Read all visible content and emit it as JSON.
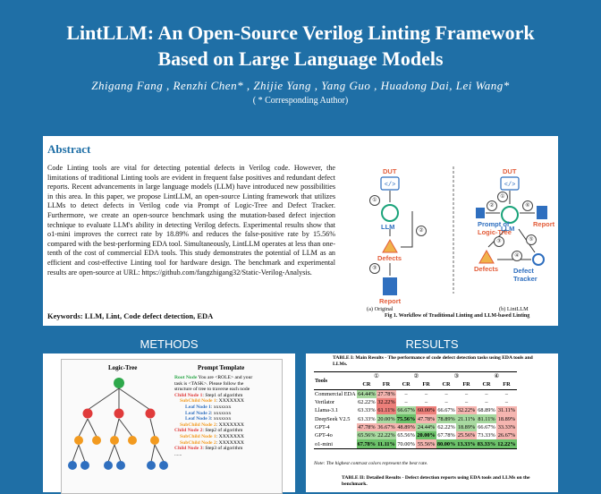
{
  "header": {
    "title_line1": "LintLLM: An Open-Source Verilog Linting Framework",
    "title_line2": "Based on Large Language Models",
    "authors": "Zhigang Fang , Renzhi Chen* , Zhijie Yang , Yang Guo , Huadong Dai, Lei Wang*",
    "corresponding": "( * Corresponding Author)"
  },
  "abstract": {
    "heading": "Abstract",
    "text": "Code Linting tools are vital for detecting potential defects in Verilog code. However, the limitations of traditional Linting tools are evident in frequent false positives and redundant defect reports. Recent advancements in large language models (LLM) have introduced new possibilities in this area. In this paper, we propose LintLLM, an open-source Linting framework that utilizes LLMs to detect defects in Verilog code via Prompt of Logic-Tree and Defect Tracker. Furthermore, we create an open-source benchmark using the mutation-based defect injection technique to evaluate LLM's ability in detecting Verilog defects. Experimental results show that o1-mini improves the correct rate by 18.89% and reduces the false-positive rate by 15.56% compared with the best-performing EDA tool. Simultaneously, LintLLM operates at less than one-tenth of the cost of commercial EDA tools. This study demonstrates the potential of LLM as an efficient and cost-effective Linting tool for hardware design. The benchmark and experimental results are open-source at URL: https://github.com/fangzhigang32/Static-Verilog-Analysis.",
    "keywords": "Keywords: LLM, Lint, Code defect detection, EDA"
  },
  "figure1": {
    "dut_a": "DUT",
    "llm_a": "LLM",
    "defects_a": "Defects",
    "report_a": "Report",
    "sub_a": "(a)  Original",
    "dut_b": "DUT",
    "prompt_b": "Prompt of",
    "prompt_b2": "Logic-Tree",
    "llm_b": "LLM",
    "report_b": "Report",
    "defects_b": "Defects",
    "tracker_b": "Defect Tracker",
    "sub_b": "(b)  LintLLM",
    "caption": "Fig 1.  Workflow of Traditional Linting and LLM-based Linting",
    "steps": [
      "①",
      "②",
      "③",
      "①",
      "②",
      "③",
      "④",
      "⑤",
      "⑥"
    ]
  },
  "methods": {
    "heading": "METHODS",
    "logic_tree": "Logic-Tree",
    "prompt_template": "Prompt Template",
    "lines": [
      {
        "bold": "Root Node",
        "text": " You are <ROLE> and your"
      },
      {
        "bold": "",
        "text": "task is <TASK>. Please follow the"
      },
      {
        "bold": "",
        "text": "structure of tree to traverse each node"
      },
      {
        "bold": "Child Node 1",
        "text": ": Step1 of algorithm"
      },
      {
        "bold": "SubChild Node 1",
        "text": ": XXXXXXX"
      },
      {
        "bold": "Leaf Node 1",
        "text": ": xxxxxxx"
      },
      {
        "bold": "Leaf Node 2",
        "text": ": xxxxxxx"
      },
      {
        "bold": "Leaf Node 3",
        "text": ": xxxxxxx"
      },
      {
        "bold": "SubChild Node 2",
        "text": ": XXXXXXX"
      },
      {
        "bold": "Child Node 2",
        "text": ": Step2 of algorithm"
      },
      {
        "bold": "SubChild Node 1",
        "text": ": XXXXXXX"
      },
      {
        "bold": "SubChild Node 2",
        "text": ": XXXXXXX"
      },
      {
        "bold": "Child Node 3",
        "text": ": Step3 of algorithm"
      },
      {
        "bold": "",
        "text": "......"
      }
    ]
  },
  "results": {
    "heading": "RESULTS",
    "table1_caption": "TABLE I: Main Results - The performance of code defect detection tasks using EDA tools and LLMs.",
    "col_tools": "Tools",
    "groups": [
      "①",
      "②",
      "③",
      "④"
    ],
    "sub": [
      "CR",
      "FR"
    ],
    "rows": [
      {
        "name": "Commercial EDA",
        "vals": [
          "64.44%",
          "27.78%",
          "–",
          "–",
          "–",
          "–",
          "–",
          "–"
        ]
      },
      {
        "name": "Verilator",
        "vals": [
          "62.22%",
          "32.22%",
          "–",
          "–",
          "–",
          "–",
          "–",
          "–"
        ]
      },
      {
        "name": "Llama-3.1",
        "vals": [
          "63.33%",
          "61.11%",
          "66.67%",
          "60.00%",
          "66.67%",
          "32.22%",
          "68.89%",
          "31.11%"
        ]
      },
      {
        "name": "DeepSeek V2.5",
        "vals": [
          "63.33%",
          "20.00%",
          "75.56%",
          "47.78%",
          "78.89%",
          "21.11%",
          "81.11%",
          "18.89%"
        ]
      },
      {
        "name": "GPT-4",
        "vals": [
          "47.78%",
          "36.67%",
          "48.89%",
          "24.44%",
          "62.22%",
          "18.89%",
          "66.67%",
          "33.33%"
        ]
      },
      {
        "name": "GPT-4o",
        "vals": [
          "65.56%",
          "22.22%",
          "65.56%",
          "20.00%",
          "67.78%",
          "25.56%",
          "73.33%",
          "26.67%"
        ]
      },
      {
        "name": "o1-mini",
        "vals": [
          "67.78%",
          "11.11%",
          "70.00%",
          "55.56%",
          "80.00%",
          "13.33%",
          "83.33%",
          "12.22%"
        ]
      }
    ],
    "note": "Note: The highest contrast colors represent the best rate.",
    "table2_caption": "TABLE II: Detailed Results - Defect detection reports using EDA tools and LLMs on the benchmark."
  }
}
